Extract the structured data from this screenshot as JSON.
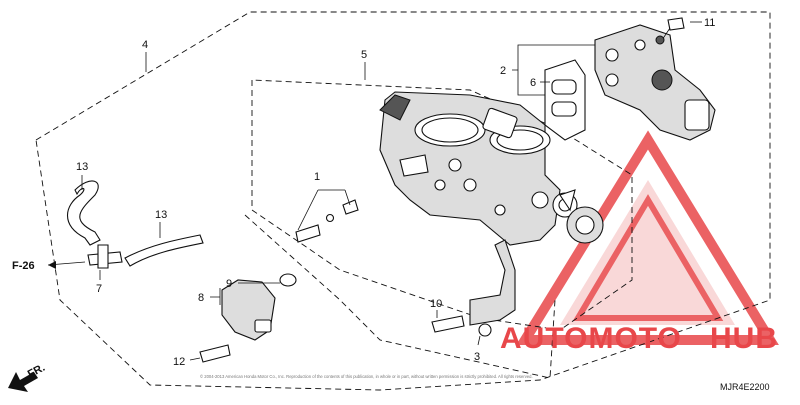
{
  "callouts": {
    "c1": "1",
    "c2": "2",
    "c3": "3",
    "c4": "4",
    "c5": "5",
    "c6": "6",
    "c7": "7",
    "c8": "8",
    "c9": "9",
    "c10": "10",
    "c11": "11",
    "c12": "12",
    "c13a": "13",
    "c13b": "13"
  },
  "reference": {
    "label": "F-26",
    "front_label": "FR."
  },
  "copyright_text": "© 2004-2013 American Honda Motor Co., Inc. Reproduction of the contents of this publication, in whole or in part, without written permission is strictly prohibited. All rights reserved.",
  "diagram_code": "MJR4E2200",
  "watermark": {
    "text_main": "AUTOMOTO",
    "text_hub": "HUB",
    "color": "#e8474a"
  }
}
